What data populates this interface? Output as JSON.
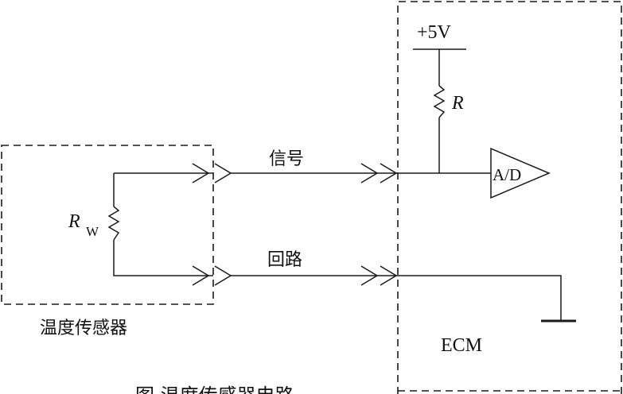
{
  "sensor": {
    "name": "温度传感器",
    "resistor_symbol": "R",
    "resistor_subscript": "W"
  },
  "wires": {
    "signal_label": "信号",
    "return_label": "回路"
  },
  "ecm": {
    "name": "ECM",
    "supply_label": "+5V",
    "pullup_label": "R",
    "adc_label": "A/D"
  },
  "caption_fragment": "图  温度传感器电路"
}
